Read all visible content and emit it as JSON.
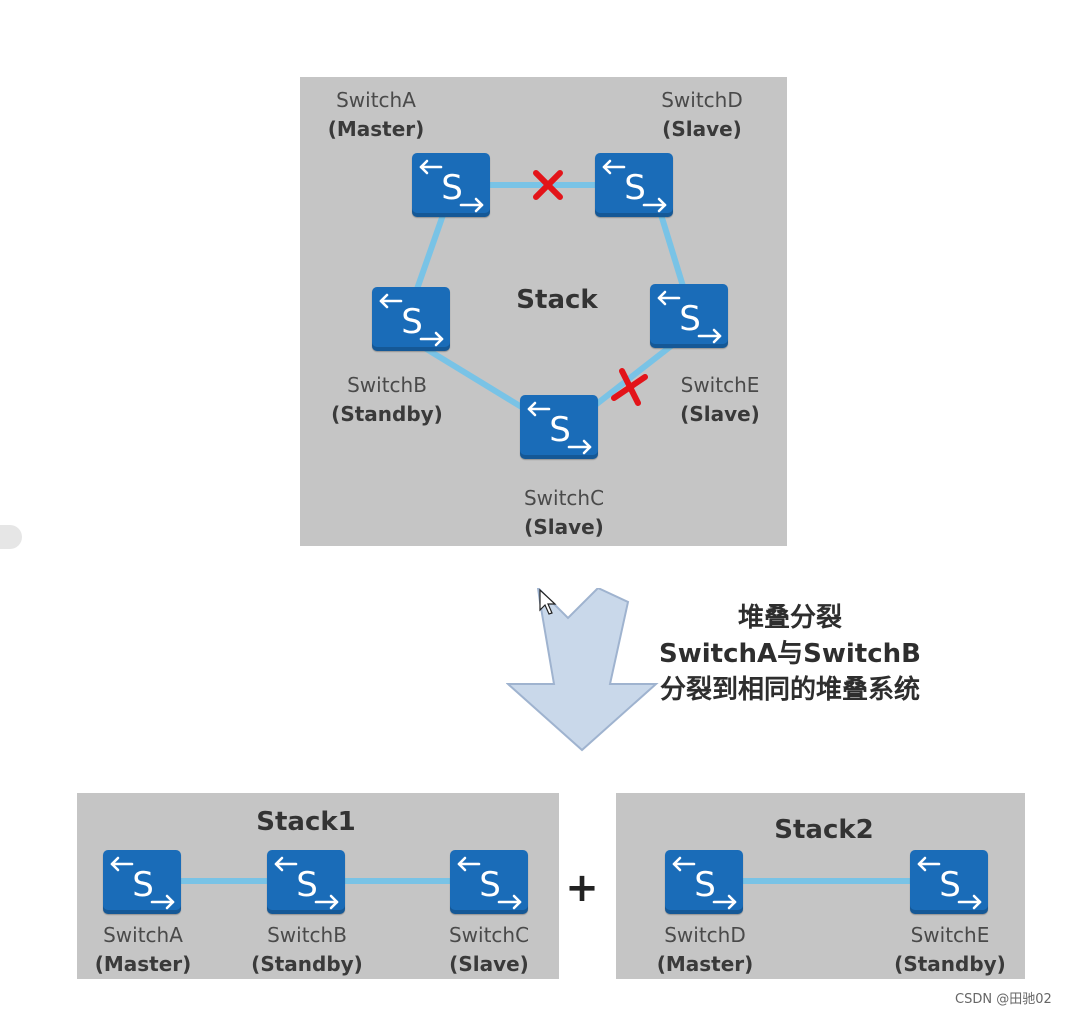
{
  "stack_panel": {
    "title": "Stack",
    "switches": {
      "a": {
        "name": "SwitchA",
        "role": "(Master)"
      },
      "b": {
        "name": "SwitchB",
        "role": "(Standby)"
      },
      "c": {
        "name": "SwitchC",
        "role": "(Slave)"
      },
      "d": {
        "name": "SwitchD",
        "role": "(Slave)"
      },
      "e": {
        "name": "SwitchE",
        "role": "(Slave)"
      }
    }
  },
  "caption": {
    "line1": "堆叠分裂",
    "line2": "SwitchA与SwitchB",
    "line3": "分裂到相同的堆叠系统"
  },
  "stack1": {
    "title": "Stack1",
    "switches": [
      {
        "name": "SwitchA",
        "role": "(Master)"
      },
      {
        "name": "SwitchB",
        "role": "(Standby)"
      },
      {
        "name": "SwitchC",
        "role": "(Slave)"
      }
    ]
  },
  "plus": "+",
  "stack2": {
    "title": "Stack2",
    "switches": [
      {
        "name": "SwitchD",
        "role": "(Master)"
      },
      {
        "name": "SwitchE",
        "role": "(Standby)"
      }
    ]
  },
  "icon_text": "S",
  "watermark": "CSDN @田驰02",
  "colors": {
    "panel": "#c5c5c5",
    "switch": "#1a6cb8",
    "link": "#79c3e6",
    "break_mark": "#e3141a",
    "arrow": "#c9d8ea"
  }
}
